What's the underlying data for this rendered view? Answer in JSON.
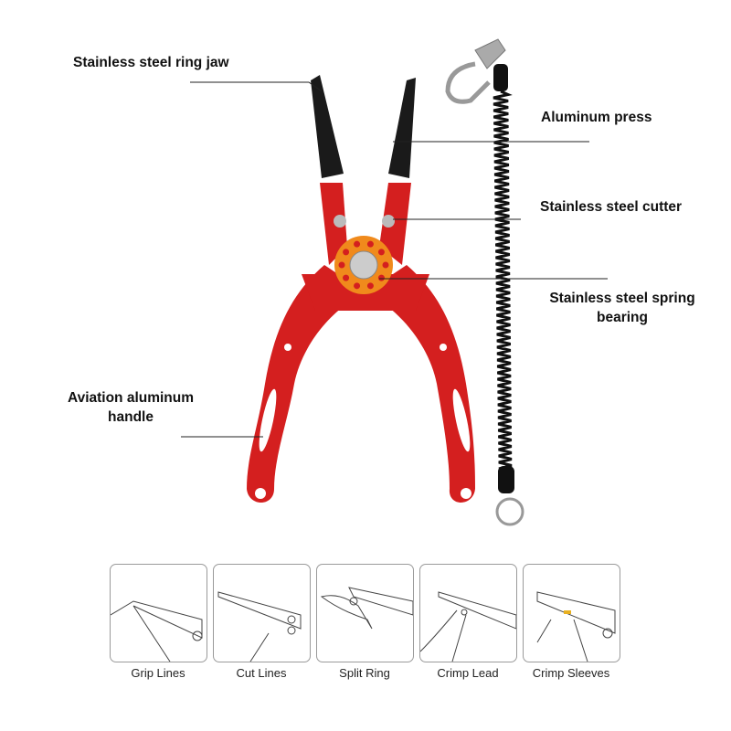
{
  "callouts": {
    "ring_jaw": "Stainless steel ring jaw",
    "press": "Aluminum press",
    "cutter": "Stainless steel cutter",
    "bearing_line1": "Stainless steel spring",
    "bearing_line2": "bearing",
    "handle_line1": "Aviation aluminum",
    "handle_line2": "handle"
  },
  "functions": [
    {
      "label": "Grip Lines"
    },
    {
      "label": "Cut Lines"
    },
    {
      "label": "Split Ring"
    },
    {
      "label": "Crimp Lead"
    },
    {
      "label": "Crimp Sleeves"
    }
  ],
  "colors": {
    "handle": "#d41f1f",
    "jaw": "#1a1a1a",
    "pivot": "#f08a1c",
    "accent_sleeve": "#e8b020"
  }
}
